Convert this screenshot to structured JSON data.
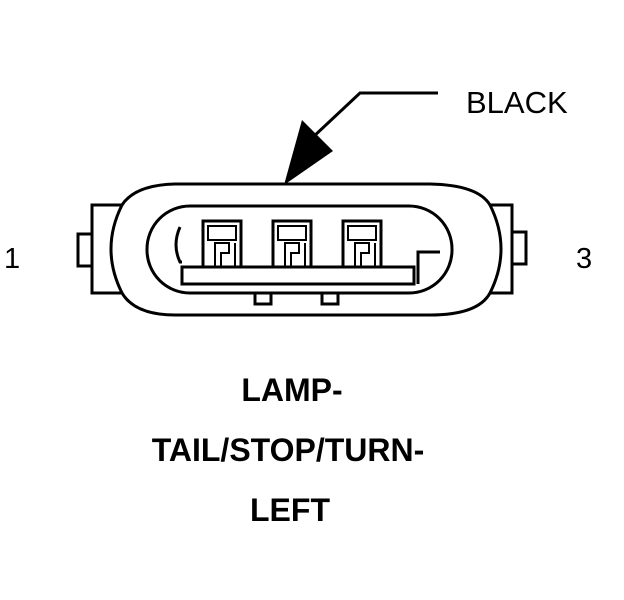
{
  "connector": {
    "wire_color_label": "BLACK",
    "pin_start_label": "1",
    "pin_end_label": "3",
    "pin_count": 3
  },
  "caption": {
    "line1": "LAMP-",
    "line2": "TAIL/STOP/TURN-",
    "line3": "LEFT"
  },
  "colors": {
    "ink": "#000000",
    "background": "#ffffff"
  }
}
